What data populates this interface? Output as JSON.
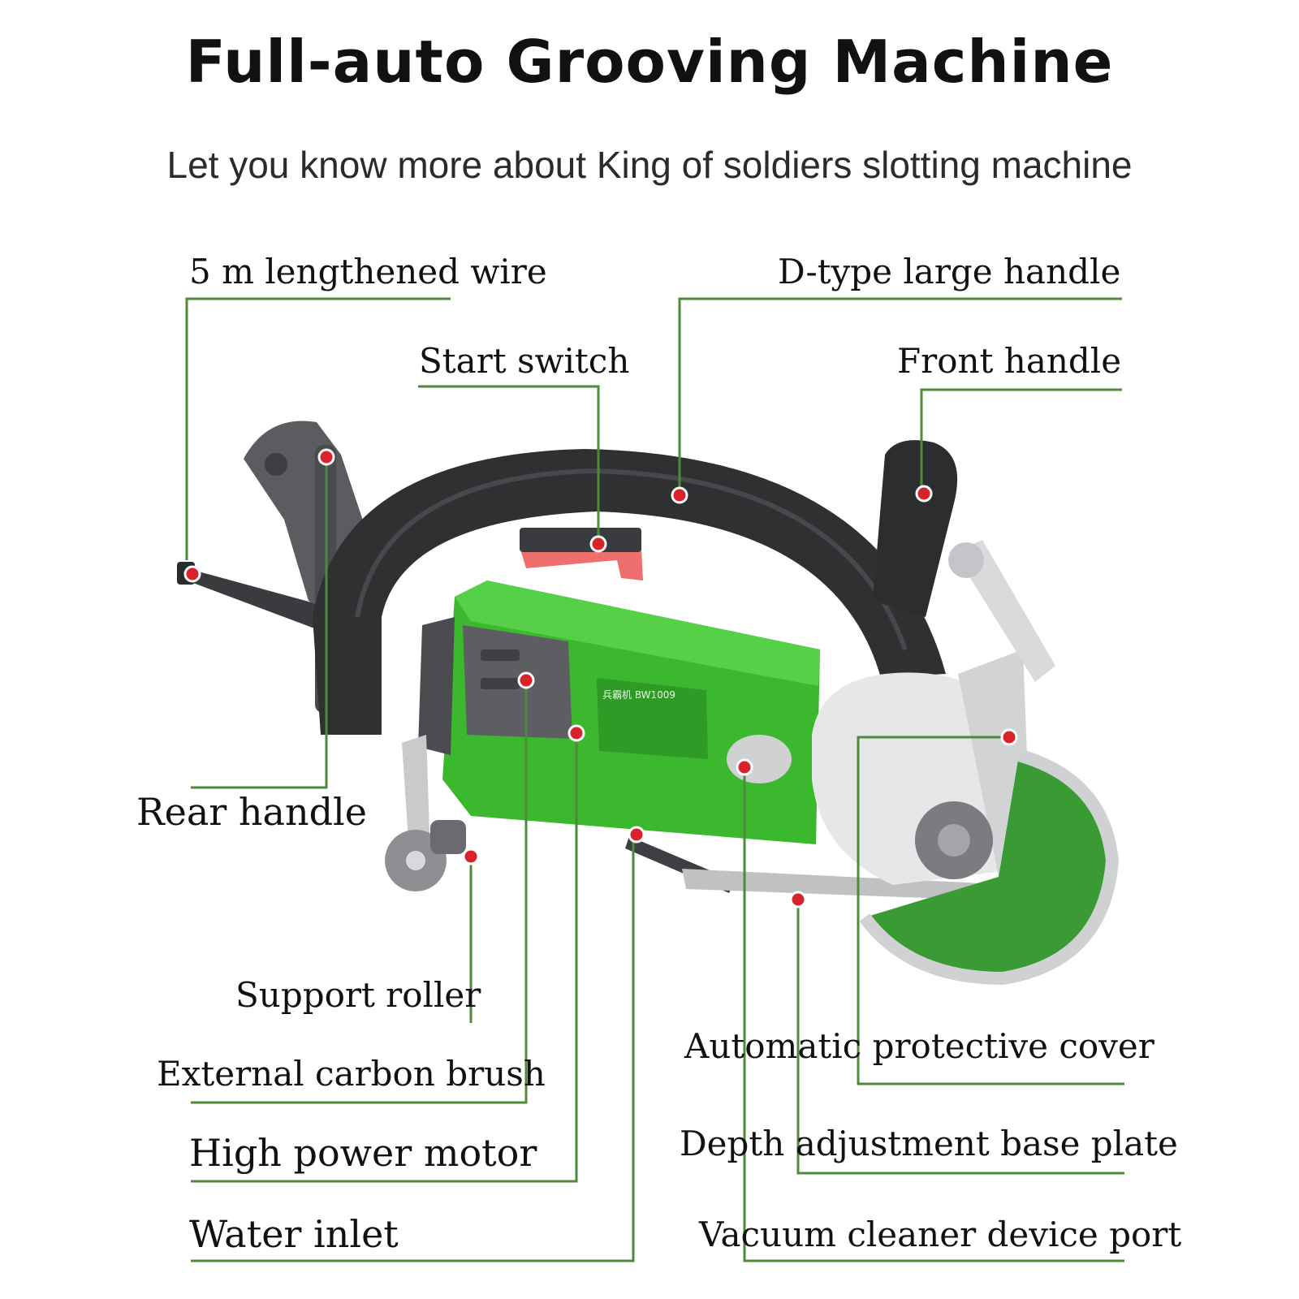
{
  "header": {
    "title": "Full-auto Grooving Machine",
    "subtitle": "Let you know more about King of soldiers slotting machine"
  },
  "product": {
    "brand_text": "兵霸机 BW1009"
  },
  "labels": {
    "wire": "5 m lengthened wire",
    "d_handle": "D-type large handle",
    "start_switch": "Start switch",
    "front_handle": "Front handle",
    "rear_handle": "Rear handle",
    "support_roller": "Support roller",
    "carbon_brush": "External carbon brush",
    "motor": "High power motor",
    "water_inlet": "Water inlet",
    "protective_cover": "Automatic protective cover",
    "base_plate": "Depth adjustment base plate",
    "vacuum_port": "Vacuum cleaner device port"
  },
  "colors": {
    "leader_line": "#4f8a3c",
    "marker": "#d8232a",
    "body_green": "#3cb82e",
    "handle_dark": "#2e2f31",
    "blade_green": "#3a9a34",
    "switch_red": "#ef6f6f"
  }
}
